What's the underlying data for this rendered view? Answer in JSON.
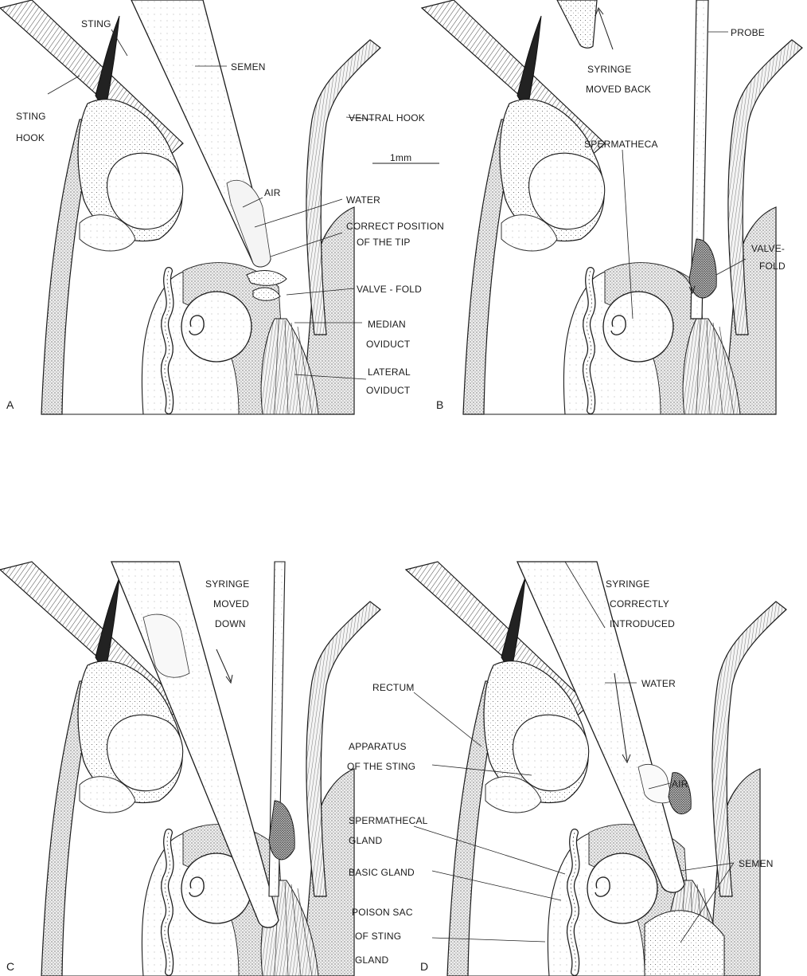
{
  "figure": {
    "scale_bar_label": "1mm",
    "panels": [
      {
        "letter": "A",
        "labels": {
          "sting": "STING",
          "sting_hook_1": "STING",
          "sting_hook_2": "HOOK",
          "semen": "SEMEN",
          "ventral_hook": "VENTRAL HOOK",
          "air": "AIR",
          "water": "WATER",
          "correct_position_1": "CORRECT POSITION",
          "correct_position_2": "OF THE TIP",
          "valve_fold": "VALVE - FOLD",
          "median_oviduct_1": "MEDIAN",
          "median_oviduct_2": "OVIDUCT",
          "lateral_oviduct_1": "LATERAL",
          "lateral_oviduct_2": "OVIDUCT"
        }
      },
      {
        "letter": "B",
        "labels": {
          "syringe_moved_back_1": "SYRINGE",
          "syringe_moved_back_2": "MOVED BACK",
          "probe": "PROBE",
          "spermatheca": "SPERMATHECA",
          "valve_fold_1": "VALVE-",
          "valve_fold_2": "FOLD"
        }
      },
      {
        "letter": "C",
        "labels": {
          "syringe_moved_down_1": "SYRINGE",
          "syringe_moved_down_2": "MOVED",
          "syringe_moved_down_3": "DOWN"
        }
      },
      {
        "letter": "D",
        "labels": {
          "syringe_correct_1": "SYRINGE",
          "syringe_correct_2": "CORRECTLY",
          "syringe_correct_3": "INTRODUCED",
          "water": "WATER",
          "rectum": "RECTUM",
          "apparatus_1": "APPARATUS",
          "apparatus_2": "OF THE STING",
          "air": "AIR",
          "spermathecal_gland_1": "SPERMATHECAL",
          "spermathecal_gland_2": "GLAND",
          "semen": "SEMEN",
          "basic_gland": "BASIC GLAND",
          "poison_sac_1": "POISON SAC",
          "poison_sac_2": "OF STING",
          "poison_sac_3": "GLAND"
        }
      }
    ]
  }
}
